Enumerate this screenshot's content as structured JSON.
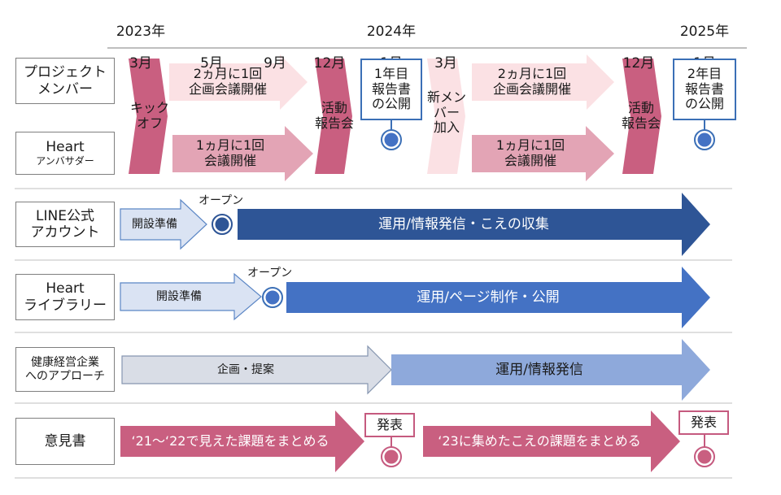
{
  "timeline": [
    {
      "year": "2023年",
      "month": "3月"
    },
    {
      "year": "",
      "month": "5月"
    },
    {
      "year": "",
      "month": "9月"
    },
    {
      "year": "",
      "month": "12月"
    },
    {
      "year": "2024年",
      "month": "1月"
    },
    {
      "year": "",
      "month": "3月"
    },
    {
      "year": "",
      "month": "12月"
    },
    {
      "year": "2025年",
      "month": "1月"
    }
  ],
  "rows": {
    "project_members": "プロジェクト\nメンバー",
    "heart_ambassador_main": "Heart",
    "heart_ambassador_sub": "アンバサダー",
    "line_official": "LINE公式\nアカウント",
    "heart_library": "Heart\nライブラリー",
    "health_companies": "健康経営企業\nへのアプローチ",
    "opinion_paper": "意見書"
  },
  "milestones": {
    "kickoff": "キック\nオフ",
    "activity_report_1": "活動\n報告会",
    "activity_report_2": "活動\n報告会",
    "new_members": "新メン\nバー\n加入"
  },
  "bars": {
    "pm_meeting_1": "2ヵ月に1回\n企画会議開催",
    "pm_meeting_2": "2ヵ月に1回\n企画会議開催",
    "ha_meeting_1": "1ヵ月に1回\n会議開催",
    "ha_meeting_2": "1ヵ月に1回\n会議開催",
    "line_prep": "開設準備",
    "line_ops": "運用/情報発信・こえの収集",
    "lib_prep": "開設準備",
    "lib_ops": "運用/ページ制作・公開",
    "co_plan": "企画・提案",
    "co_ops": "運用/情報発信",
    "op_bar_1": "‘21～‘22で見えた課題をまとめる",
    "op_bar_2": "‘23に集めたこえの課題をまとめる"
  },
  "callouts": {
    "report_y1": "1年目\n報告書\nの公開",
    "report_y2": "2年目\n報告書\nの公開",
    "line_open": "オープン",
    "lib_open": "オープン",
    "publish_1": "発表",
    "publish_2": "発表"
  },
  "colors": {
    "milestone_pink": "#c95f80",
    "light_pink": "#fbe1e4",
    "mid_pink": "#e3a4b5",
    "dark_blue": "#2e5596",
    "mid_blue": "#4472c4",
    "light_blue_fill": "#dae3f3",
    "light_blue_stroke": "#5b86c5",
    "grey_fill": "#d9dde6",
    "grey_stroke": "#8696b0",
    "periwinkle": "#8ea9db",
    "op_pink": "#c95f80"
  }
}
